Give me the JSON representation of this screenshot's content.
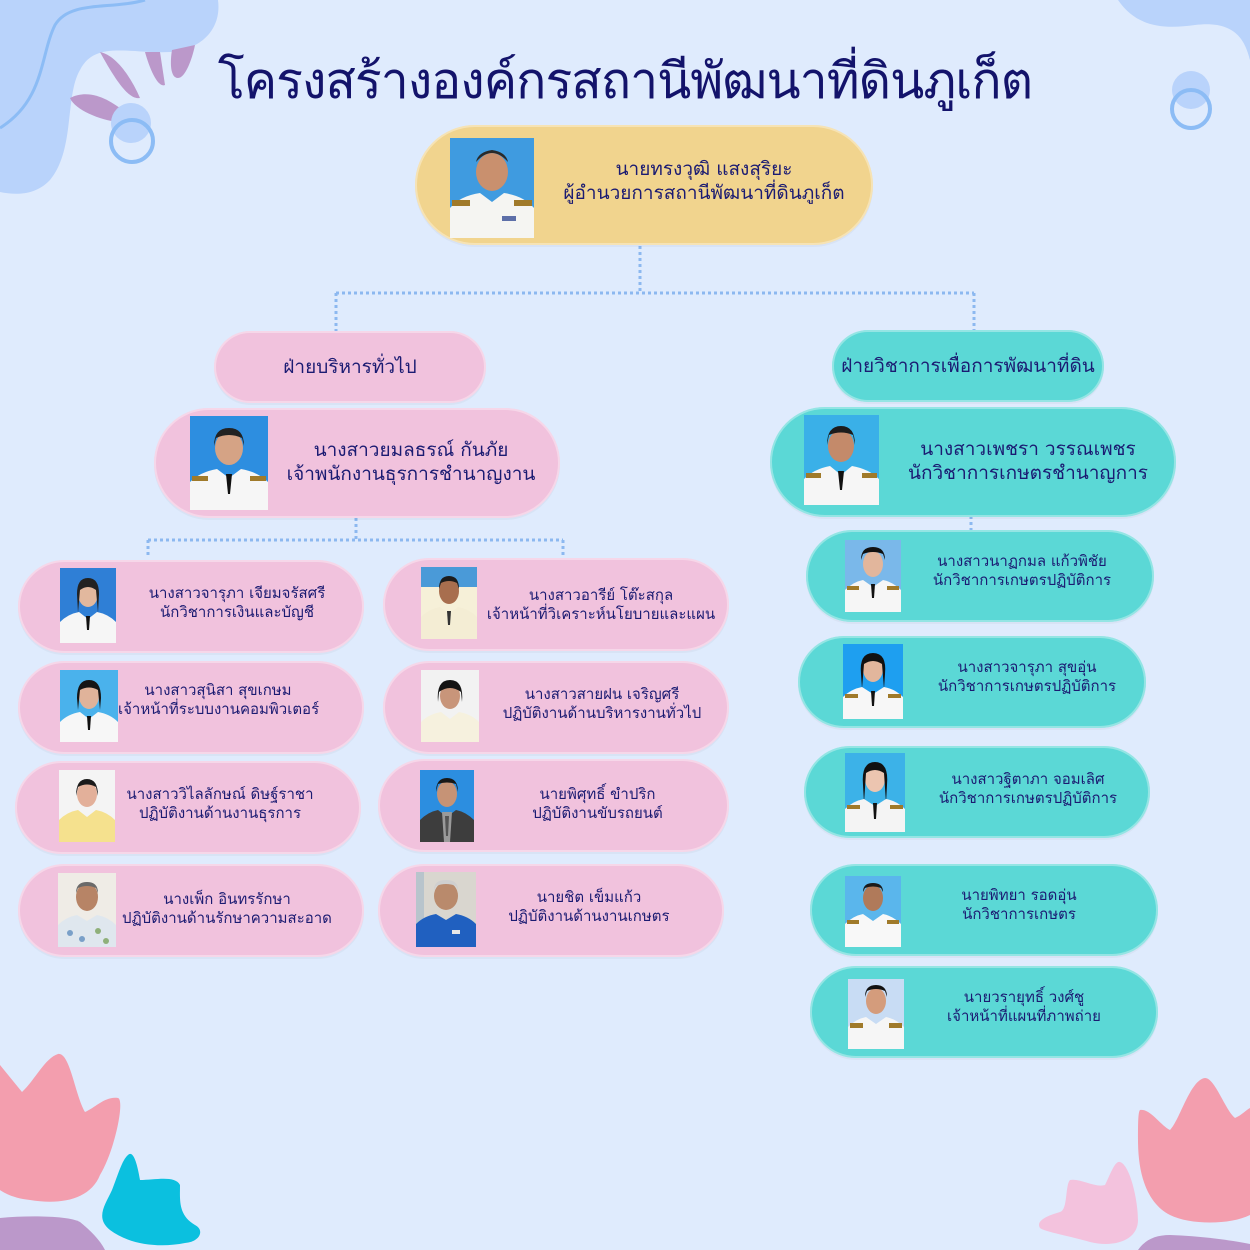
{
  "title": "โครงสร้างองค์กรสถานีพัฒนาที่ดินภูเก็ต",
  "colors": {
    "background": "#dfebfd",
    "title_text": "#13136b",
    "director_box": "#f1d48e",
    "admin_box": "#f1c2dd",
    "technical_box": "#5bd8d6",
    "connector": "#8cb8f0"
  },
  "director": {
    "name": "นายทรงวุฒิ แสงสุริยะ",
    "position": "ผู้อำนวยการสถานีพัฒนาที่ดินภูเก็ต",
    "photo": "photo-white-uniform-man"
  },
  "departments": [
    {
      "label": "ฝ่ายบริหารทั่วไป",
      "head": {
        "name": "นางสาวยมลธรณ์ กันภัย",
        "position": "เจ้าพนักงานธุรการชำนาญงาน",
        "photo": "photo-white-uniform-woman"
      },
      "staff": [
        {
          "name": "นางสาวจารุภา เจียมจรัสศรี",
          "position": "นักวิชาการเงินและบัญชี"
        },
        {
          "name": "นางสาวอารีย์ โต๊ะสกุล",
          "position": "เจ้าหน้าที่วิเคราะห์นโยบายและแผน"
        },
        {
          "name": "นางสาวสุนิสา สุขเกษม",
          "position": "เจ้าหน้าที่ระบบงานคอมพิวเตอร์"
        },
        {
          "name": "นางสาวสายฝน เจริญศรี",
          "position": "ปฏิบัติงานด้านบริหารงานทั่วไป"
        },
        {
          "name": "นางสาววิไลลักษณ์ ดิษฐ์ราชา",
          "position": "ปฏิบัติงานด้านงานธุรการ"
        },
        {
          "name": "นายพิศุทธิ์ ขำปริก",
          "position": "ปฏิบัติงานขับรถยนต์"
        },
        {
          "name": "นางเพ็ก อินทรรักษา",
          "position": "ปฏิบัติงานด้านรักษาความสะอาด"
        },
        {
          "name": "นายชิต เข็มแก้ว",
          "position": "ปฏิบัติงานด้านงานเกษตร"
        }
      ]
    },
    {
      "label": "ฝ่ายวิชาการเพื่อการพัฒนาที่ดิน",
      "head": {
        "name": "นางสาวเพชรา วรรณเพชร",
        "position": "นักวิชาการเกษตรชำนาญการ",
        "photo": "photo-white-uniform-woman"
      },
      "staff": [
        {
          "name": "นางสาวนาฏกมล แก้วพิชัย",
          "position": "นักวิชาการเกษตรปฏิบัติการ"
        },
        {
          "name": "นางสาวจารุภา สุขอุ่น",
          "position": "นักวิชาการเกษตรปฏิบัติการ"
        },
        {
          "name": "นางสาวฐิตาภา จอมเลิศ",
          "position": "นักวิชาการเกษตรปฏิบัติการ"
        },
        {
          "name": "นายพิทยา รอดอุ่น",
          "position": "นักวิชาการเกษตร"
        },
        {
          "name": "นายวรายุทธิ์ วงศ์ชู",
          "position": "เจ้าหน้าที่แผนที่ภาพถ่าย"
        }
      ]
    }
  ]
}
